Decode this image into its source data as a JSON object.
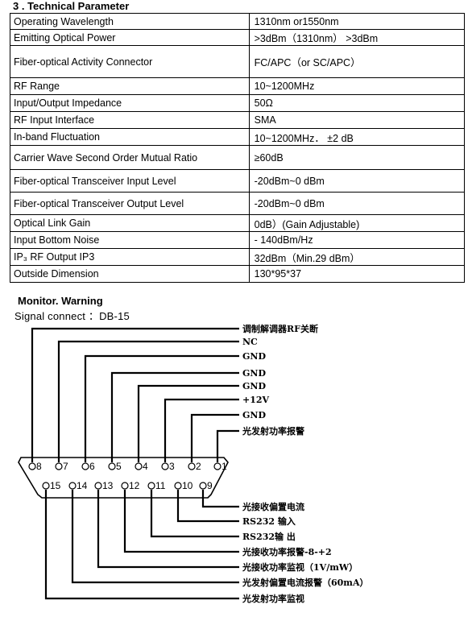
{
  "section_title": "3 . Technical  Parameter",
  "parameters": [
    {
      "name": "Operating Wavelength",
      "value": "1310nm or1550nm"
    },
    {
      "name": "Emitting  Optical  Power",
      "value": ">3dBm（1310nm）  >3dBm"
    },
    {
      "name": "Fiber-optical Activity  Connector",
      "value": "FC/APC（or SC/APC）"
    },
    {
      "name": "RF  Range",
      "value": "10~1200MHz"
    },
    {
      "name": "Input/Output  Impedance",
      "value": "50Ω"
    },
    {
      "name": "RF Input  Interface",
      "value": "SMA"
    },
    {
      "name": "In-band Fluctuation",
      "value": "10~1200MHz． ±2 dB"
    },
    {
      "name": "Carrier Wave Second Order Mutual Ratio",
      "value": "≥60dB"
    },
    {
      "name": "Fiber-optical Transceiver Input Level",
      "value": "-20dBm~0 dBm"
    },
    {
      "name": "Fiber-optical Transceiver Output Level",
      "value": "-20dBm~0 dBm"
    },
    {
      "name": "Optical  Link  Gain",
      "value": "0dB）(Gain Adjustable)"
    },
    {
      "name": "Input  Bottom Noise",
      "value": "- 140dBm/Hz"
    },
    {
      "name": "IP₃     RF Output  IP3",
      "value": "32dBm（Min.29 dBm）"
    },
    {
      "name": "Outside  Dimension",
      "value": "130*95*37"
    }
  ],
  "monitor_title": "Monitor.  Warning",
  "signal_connect": "Signal  connect  ：DB-15",
  "connector": {
    "top_pins": [
      "8",
      "7",
      "6",
      "5",
      "4",
      "3",
      "2",
      "1"
    ],
    "bottom_pins": [
      "15",
      "14",
      "13",
      "12",
      "11",
      "10",
      "9"
    ],
    "top_labels": [
      "调制解调器RF关断",
      "NC",
      "GND",
      "GND",
      "GND",
      "+12V",
      "GND",
      "光发射功率报警"
    ],
    "bottom_labels": [
      "光发射功率监视",
      "光发射偏置电流报警（60mA）",
      "光接收功率监视（1V/mW）",
      "光接收功率报警-8-+2",
      "RS232输 出",
      "RS232 输入",
      "光接收偏置电流"
    ]
  }
}
